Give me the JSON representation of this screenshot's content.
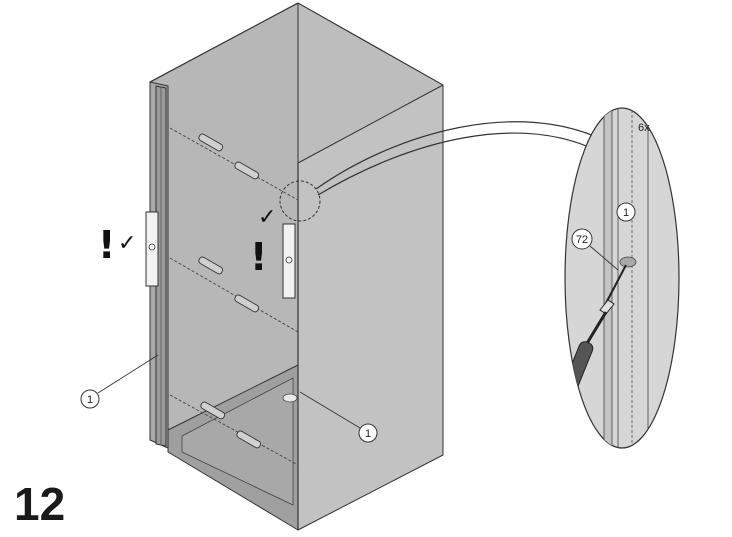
{
  "step": {
    "number": "12"
  },
  "callouts": {
    "part_1": "1",
    "part_72": "72"
  },
  "detail": {
    "quantity": "6x"
  },
  "marks": {
    "warning": "!",
    "check": "✓"
  },
  "colors": {
    "panel": "#b9b9b9",
    "panel_dark": "#a8a8a8",
    "tray": "#9c9c9c",
    "line": "#333333",
    "detail_bg": "#d3d3d3"
  }
}
